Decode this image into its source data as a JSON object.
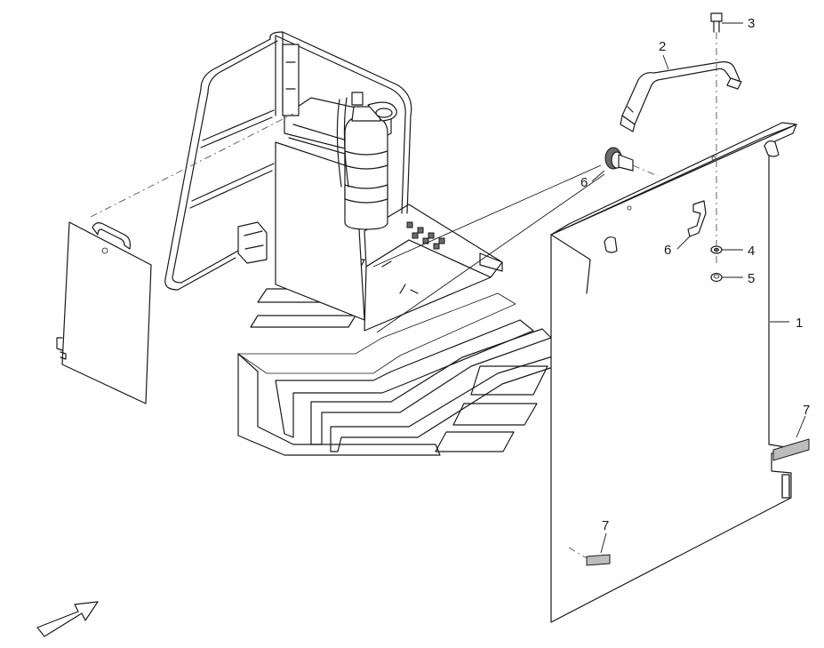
{
  "callouts": [
    {
      "id": "c1",
      "label": "1"
    },
    {
      "id": "c2",
      "label": "2"
    },
    {
      "id": "c3",
      "label": "3"
    },
    {
      "id": "c4",
      "label": "4"
    },
    {
      "id": "c5",
      "label": "5"
    },
    {
      "id": "c6a",
      "label": "6"
    },
    {
      "id": "c6b",
      "label": "6"
    },
    {
      "id": "c7a",
      "label": "7"
    },
    {
      "id": "c7b",
      "label": "7"
    }
  ],
  "labels": {
    "c1": "1",
    "c2": "2",
    "c3": "3",
    "c4": "4",
    "c5": "5",
    "c6a": "6",
    "c6b": "6",
    "c7a": "7",
    "c7b": "7"
  }
}
